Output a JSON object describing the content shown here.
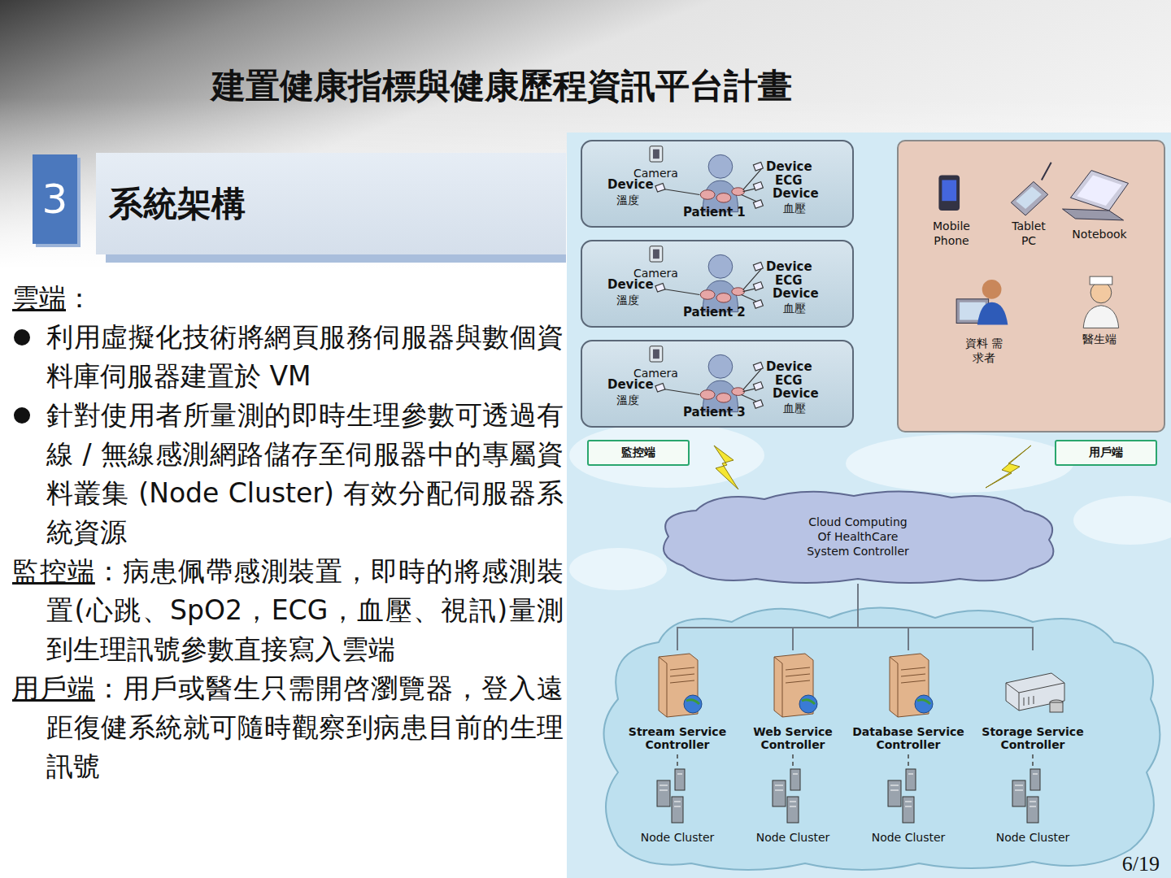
{
  "diagram": {
    "title": "建置健康指標與健康歷程資訊平台計畫",
    "nodes": [
      {
        "text": [
          "3"
        ]
      },
      {
        "text": [
          "系統架構"
        ]
      },
      {
        "text": [
          "Camera",
          "Device",
          "溫度",
          "Patient 1",
          "Device",
          "ECG",
          "Device",
          "血壓"
        ]
      },
      {
        "text": [
          "Camera",
          "Device",
          "溫度",
          "Patient 2",
          "Device",
          "ECG",
          "Device",
          "血壓"
        ]
      },
      {
        "text": [
          "Camera",
          "Device",
          "溫度",
          "Patient 3",
          "Device",
          "ECG",
          "Device",
          "血壓"
        ]
      },
      {
        "text": [
          "Mobile Phone",
          "Tablet PC",
          "Notebook",
          "資料 需求者",
          "醫生端"
        ]
      },
      {
        "text": [
          "監控端"
        ]
      },
      {
        "text": [
          "用戶端"
        ]
      },
      {
        "text": [
          "Cloud Computing Of HealthCare System Controller"
        ]
      },
      {
        "text": [
          "Stream Service Controller"
        ]
      },
      {
        "text": [
          "Web Service Controller"
        ]
      },
      {
        "text": [
          "Database Service Controller"
        ]
      },
      {
        "text": [
          "Storage Service Controller"
        ]
      },
      {
        "text": [
          "Node Cluster"
        ]
      },
      {
        "text": [
          "Node Cluster"
        ]
      },
      {
        "text": [
          "Node Cluster"
        ]
      },
      {
        "text": [
          "Node Cluster"
        ]
      }
    ],
    "edges": [
      {
        "from": 8,
        "to": 9,
        "arrow": "none"
      },
      {
        "from": 8,
        "to": 10,
        "arrow": "none"
      },
      {
        "from": 8,
        "to": 11,
        "arrow": "none"
      },
      {
        "from": 8,
        "to": 12,
        "arrow": "none"
      },
      {
        "from": 9,
        "to": 13,
        "arrow": "none"
      },
      {
        "from": 10,
        "to": 14,
        "arrow": "none"
      },
      {
        "from": 11,
        "to": 15,
        "arrow": "none"
      },
      {
        "from": 12,
        "to": 16,
        "arrow": "none"
      }
    ],
    "labels": [
      "雲端",
      "：",
      "利用虛擬化技術將網頁服務伺服器與數個資料庫伺服器建置於 VM",
      "針對使用者所量測的即時生理參數可透過有線 / 無線感測網路儲存至伺服器中的專屬資料叢集 (Node Cluster) 有效分配伺服器系統資源",
      "監控端",
      "：病患佩帶感測裝置，即時的將感測裝置(心跳、SpO2，ECG，血壓、視訊)量測到生理訊號參數直接寫入雲端",
      "用戶端",
      "：用戶或醫生只需開啓瀏覽器，登入遠距復健系統就可隨時觀察到病患目前的生理訊號",
      "6/19"
    ]
  }
}
